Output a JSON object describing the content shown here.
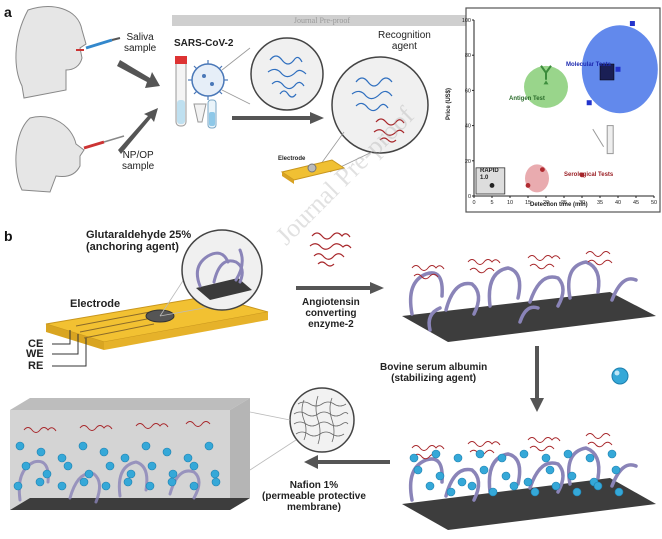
{
  "panel_a": {
    "label": "a",
    "journal_bar": "Journal Pre-proof",
    "saliva_sample": "Saliva\nsample",
    "np_op_sample": "NP/OP\nsample",
    "virus_label": "SARS-CoV-2",
    "recognition_agent": "Recognition\nagent",
    "electrode_label": "Electrode",
    "watermark": "Journal Pre-proof"
  },
  "chart": {
    "ylabel": "Price (US$)",
    "xlabel": "Detection time (min)",
    "xticks": [
      "0",
      "5",
      "10",
      "15",
      "20",
      "25",
      "30",
      "35",
      "40",
      "45",
      "50"
    ],
    "yticks": [
      "0",
      "20",
      "40",
      "60",
      "80",
      "100"
    ],
    "categories": {
      "molecular": "Molecular Tests",
      "antigen": "Antigen Test",
      "serological": "Serological Tests",
      "rapid": "RAPID\n1.0"
    }
  },
  "chart_data": {
    "type": "scatter",
    "xlabel": "Detection time (min)",
    "ylabel": "Price (US$)",
    "xlim": [
      0,
      50
    ],
    "ylim": [
      0,
      100
    ],
    "grid": false,
    "series": [
      {
        "name": "RAPID 1.0",
        "color": "#222222",
        "points": [
          [
            5,
            6
          ]
        ]
      },
      {
        "name": "Antigen Test",
        "color": "#3f8f3f",
        "points": [
          [
            20,
            60
          ]
        ]
      },
      {
        "name": "Serological Tests",
        "color": "#b02a30",
        "points": [
          [
            15,
            6
          ],
          [
            19,
            15
          ],
          [
            30,
            12
          ]
        ]
      },
      {
        "name": "Molecular Tests",
        "color": "#2233cc",
        "points": [
          [
            44,
            98
          ],
          [
            32,
            53
          ],
          [
            40,
            72
          ]
        ]
      }
    ]
  },
  "panel_b": {
    "label": "b",
    "glutaraldehyde": "Glutaraldehyde 25%\n(anchoring agent)",
    "electrode": "Electrode",
    "ce": "CE",
    "we": "WE",
    "re": "RE",
    "ace2": "Angiotensin\nconverting\nenzyme-2",
    "bsa": "Bovine serum albumin\n(stabilizing agent)",
    "nafion": "Nafion 1%\n(permeable protective\nmembrane)"
  },
  "colors": {
    "electrode_gold": "#f0c033",
    "protein_red": "#a8282c",
    "polymer_purple": "#8a84b8",
    "bsa_cyan": "#35a8d8",
    "molecular_blue": "#3f6fe8",
    "antigen_green": "#8ed07e",
    "serological_red": "#e7a2a6"
  }
}
